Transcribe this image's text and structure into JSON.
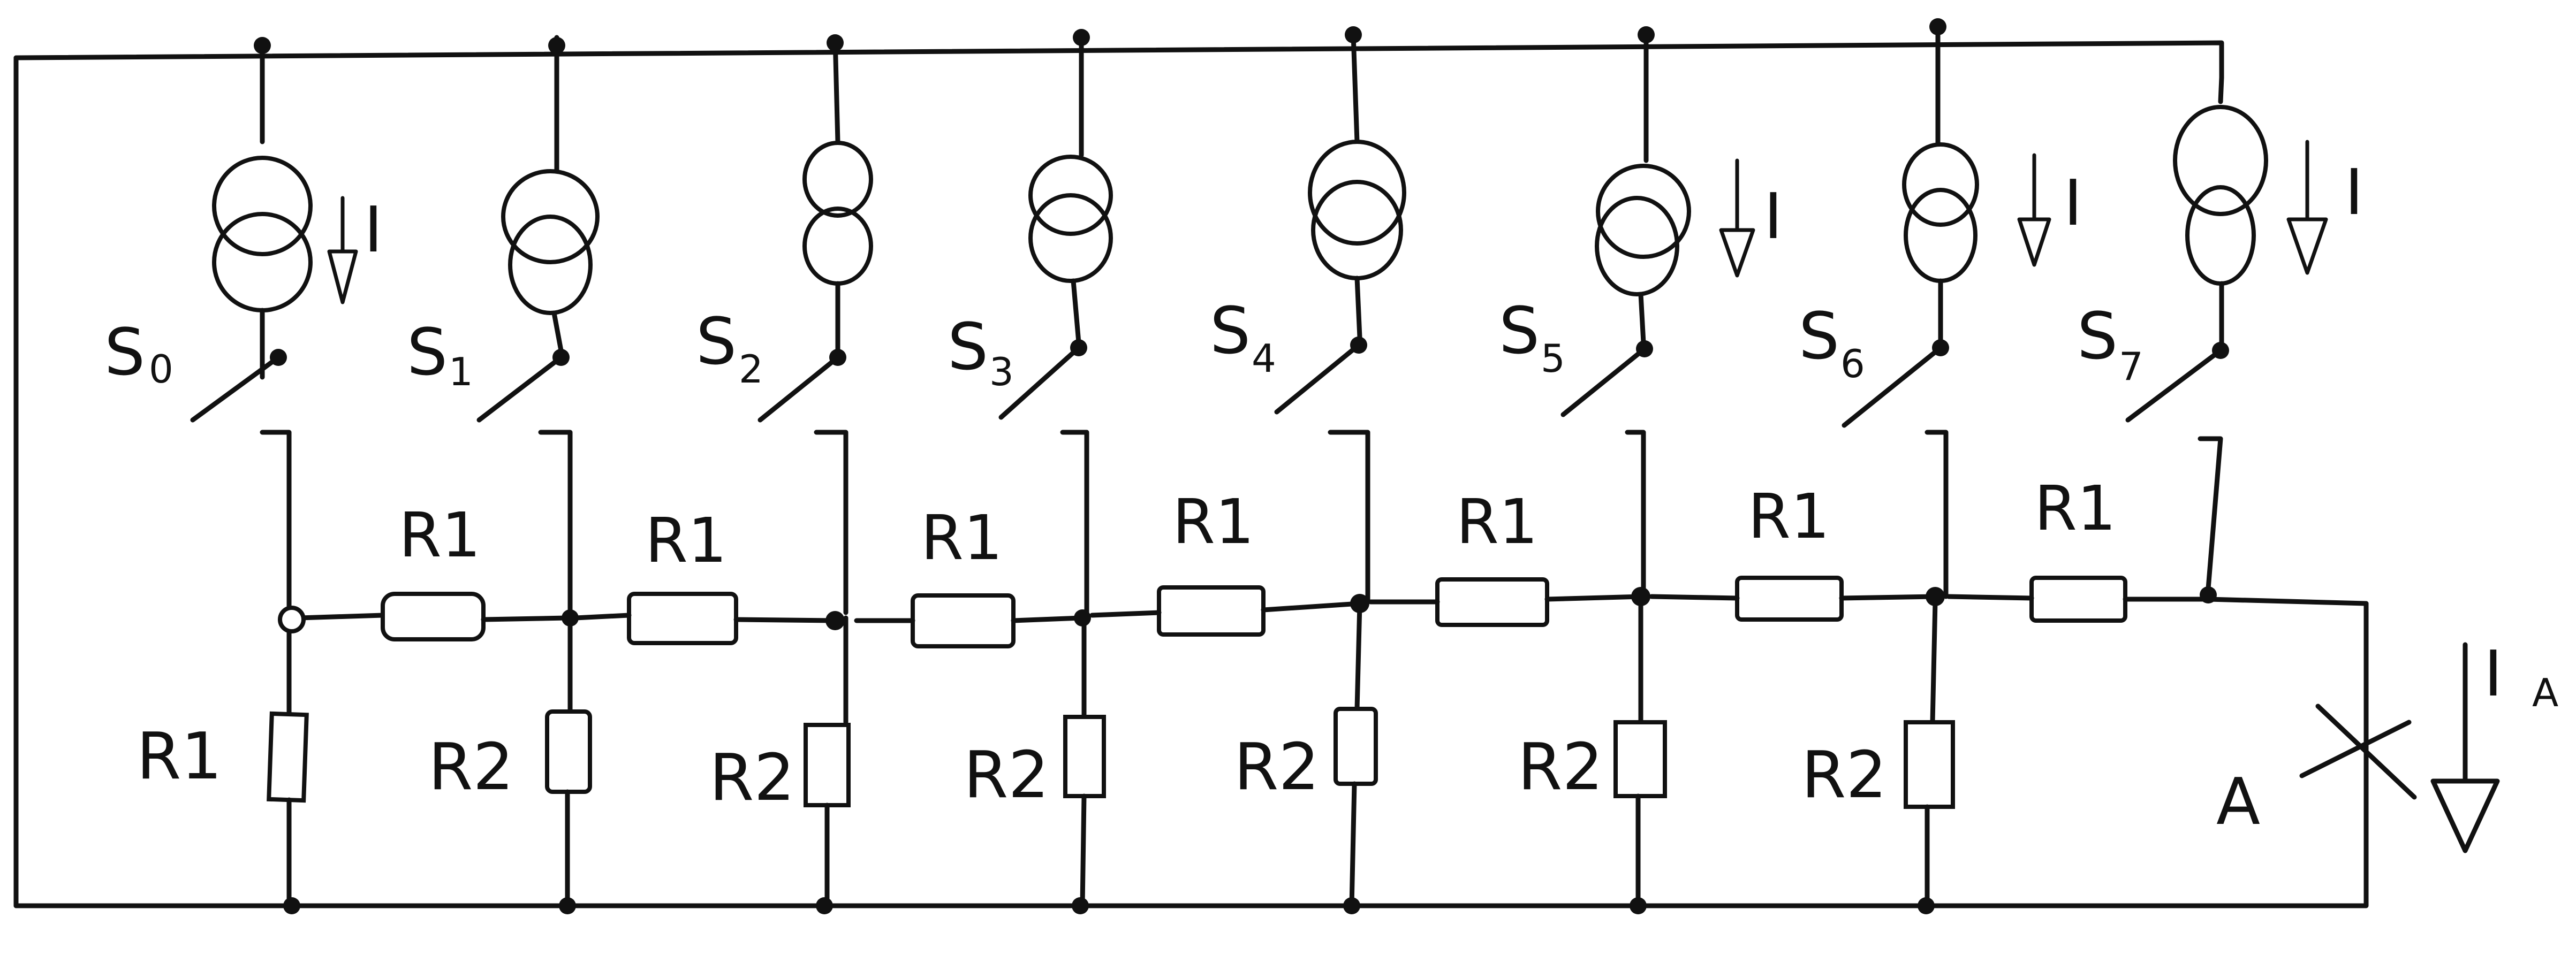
{
  "diagram": {
    "current_source_label": "I",
    "output_current": {
      "label": "I",
      "subscript": "A"
    },
    "ammeter_label": "A",
    "switches": [
      {
        "letter": "S",
        "index": "0"
      },
      {
        "letter": "S",
        "index": "1"
      },
      {
        "letter": "S",
        "index": "2"
      },
      {
        "letter": "S",
        "index": "3"
      },
      {
        "letter": "S",
        "index": "4"
      },
      {
        "letter": "S",
        "index": "5"
      },
      {
        "letter": "S",
        "index": "6"
      },
      {
        "letter": "S",
        "index": "7"
      }
    ],
    "ladder_resistor_label": "R1",
    "termination_resistor_label": "R1",
    "shunt_resistor_labels": [
      "R2",
      "R2",
      "R2",
      "R2",
      "R2",
      "R2"
    ],
    "current_arrows_shown_on": [
      0,
      5,
      6,
      7
    ]
  }
}
